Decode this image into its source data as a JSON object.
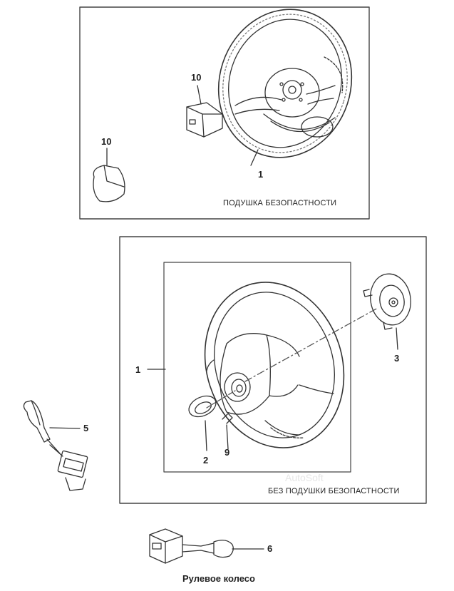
{
  "panel_top": {
    "caption": "ПОДУШКА БЕЗОПАСТНОСТИ",
    "callouts": {
      "wheel": "1",
      "module_a": "10",
      "module_b": "10"
    }
  },
  "panel_bottom": {
    "caption": "БЕЗ ПОДУШКИ БЕЗОПАСТНОСТИ",
    "callouts": {
      "wheel": "1",
      "ring": "2",
      "contact": "3",
      "clip": "9"
    }
  },
  "switches": {
    "left_stalk": "5",
    "right_stalk": "6"
  },
  "figure_title": "Рулевое колесо",
  "watermark": "AutoSoft"
}
